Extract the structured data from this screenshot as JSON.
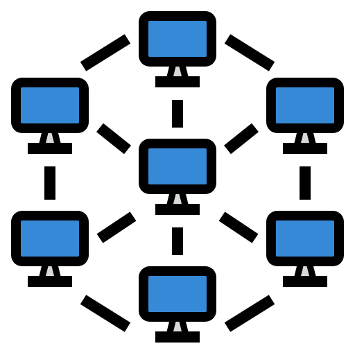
{
  "icon": {
    "name": "computer-network-icon",
    "colors": {
      "outline": "#000000",
      "screen": "#3689d6",
      "stand": "#d9d9d9",
      "background": "#ffffff"
    },
    "nodes": [
      {
        "id": "top"
      },
      {
        "id": "upper-left"
      },
      {
        "id": "upper-right"
      },
      {
        "id": "center"
      },
      {
        "id": "lower-left"
      },
      {
        "id": "lower-right"
      },
      {
        "id": "bottom"
      }
    ],
    "links": [
      {
        "from": "top",
        "to": "upper-left"
      },
      {
        "from": "top",
        "to": "upper-right"
      },
      {
        "from": "top",
        "to": "center"
      },
      {
        "from": "upper-left",
        "to": "center"
      },
      {
        "from": "upper-right",
        "to": "center"
      },
      {
        "from": "upper-left",
        "to": "lower-left"
      },
      {
        "from": "upper-right",
        "to": "lower-right"
      },
      {
        "from": "center",
        "to": "lower-left"
      },
      {
        "from": "center",
        "to": "lower-right"
      },
      {
        "from": "center",
        "to": "bottom"
      },
      {
        "from": "lower-left",
        "to": "bottom"
      },
      {
        "from": "lower-right",
        "to": "bottom"
      }
    ]
  }
}
